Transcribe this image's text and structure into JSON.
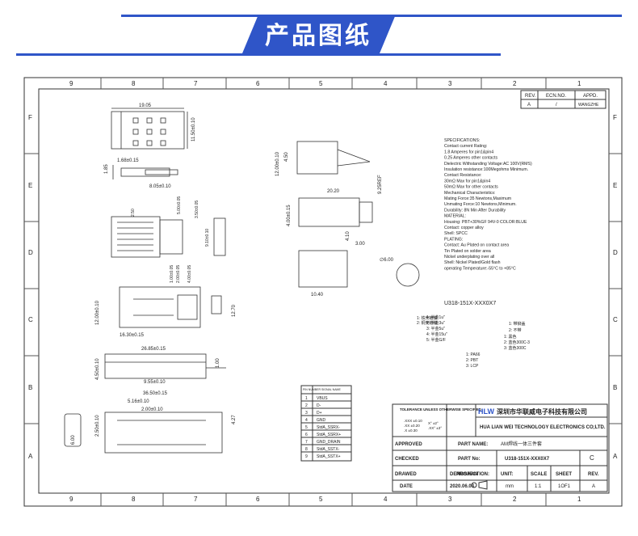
{
  "header": {
    "title": "产品图纸"
  },
  "frame": {
    "cols_top": [
      "9",
      "8",
      "7",
      "6",
      "5",
      "4",
      "3",
      "2",
      "1"
    ],
    "cols_bottom": [
      "9",
      "8",
      "7",
      "6",
      "5",
      "4",
      "3",
      "2",
      "1"
    ],
    "rows_left": [
      "F",
      "E",
      "D",
      "C",
      "B",
      "A"
    ],
    "rows_right": [
      "F",
      "E",
      "D",
      "C",
      "B",
      "A"
    ]
  },
  "revision": {
    "headers": [
      "REV.",
      "ECN.NO.",
      "APPD."
    ],
    "values": [
      "A",
      "/",
      "WANGZHE"
    ]
  },
  "specs": {
    "lines": [
      "SPECIFICATIONS:",
      "Contact current Rating:",
      "  1.8 Amperes for pin1&pin4",
      "  0.25 Amperes other contacts",
      "Dielectric Withstanding Voltage:AC 100V(RMS)",
      "Insulation resistance:100Megohms Minimum.",
      "Contact Resistance:",
      "  30mΩ Max for pin1&pin4",
      "  50mΩ Max for other contacts",
      "Mechanical Characteristics:",
      "  Mating Force:35 Newtons,Maximum",
      "  Unmating Force:10 Newtons,Minimum.",
      "  Durability:                8N Min After Durability",
      "MATERIAL:",
      "  Housing: PBT+30%GF 94V-0 COLOR:BLUE",
      "  Contact: copper alloy",
      "  Shell:   SPCC",
      "PLATING:",
      "  Contact: Au Plated on contact area",
      "           Tin Plated on solder area",
      "           Nickel underplating over all",
      "  Shell:   Nickel Plated/Gold flash",
      "operating Temperature:-55°C to +85°C"
    ]
  },
  "part_code": {
    "code": "U318-151X-XXX0X7",
    "options_a": [
      "1: 铁壳镀镍",
      "2: 铜壳镀镍"
    ],
    "options_b": [
      "1: 半金1u\"",
      "2: 半金3u\"",
      "3: 半金5u\"",
      "4: 半金15u\"",
      "5: 半金G/F"
    ],
    "options_c": [
      "1: 带铆盖",
      "2: 不带"
    ],
    "options_d": [
      "1: PA66",
      "2: PBT",
      "3: LCP"
    ],
    "options_e": [
      "1: 黑色",
      "2: 蓝色300C-3",
      "3: 蓝色300C"
    ]
  },
  "dimensions": {
    "d1905": "19.05",
    "d1150": "11.50±0.10",
    "d168": "1.68±0.15",
    "d185": "1.85",
    "d805": "8.05±0.10",
    "d1200a": "12.00±0.10",
    "d450": "4.50",
    "d2020": "20.20",
    "d925": "9.25REF",
    "d400": "4.00±0.15",
    "d410": "4.10",
    "d300": "3.00",
    "d600": "∅6.00",
    "d1040": "10.40",
    "d1200b": "12.00±0.10",
    "d1270": "12.70",
    "d1630": "16.30±0.15",
    "d2685": "26.85±0.15",
    "d100": "1.00",
    "d955": "9.55±0.10",
    "d450b": "4.50±0.10",
    "d3650": "36.50±0.15",
    "d516": "5.16±0.10",
    "d200": "2.00±0.10",
    "d250": "2.50±0.10",
    "d427": "4.27",
    "d600b": "6.00",
    "d910": "9.10±0.10",
    "d350": "3.50±0.05",
    "d200c": "2.00±0.05",
    "d100c": "1.00±0.05",
    "d400c": "4.00±0.05",
    "d250c": "2.50",
    "d500": "5.00±0.05"
  },
  "pin_table": {
    "headers": [
      "PIN NUMBER",
      "SIGNAL NAME"
    ],
    "rows": [
      [
        "1",
        "VBUS"
      ],
      [
        "2",
        "D-"
      ],
      [
        "3",
        "D+"
      ],
      [
        "4",
        "GND"
      ],
      [
        "5",
        "StdA_SSRX-"
      ],
      [
        "6",
        "StdA_SSRX+"
      ],
      [
        "7",
        "GND_DRAIN"
      ],
      [
        "8",
        "StdA_SSTX-"
      ],
      [
        "9",
        "StdA_SSTX+"
      ]
    ]
  },
  "title_block": {
    "tolerance_title": "TOLERANCE UNLESS\nOTHERWISE SPECIFIED",
    "tol_lines": [
      ".XXX  ±0.10",
      ".XX   ±0.20",
      ".X    ±0.30"
    ],
    "angle_lines": [
      "X°  ±2°",
      ".XX°  ±3°"
    ],
    "logo_text": "HLW",
    "company_cn": "深圳市华联威电子科技有限公司",
    "company_en": "HUA LIAN WEI TECHNOLOGY ELECTRONICS CO;LTD.",
    "approved_label": "APPROVED",
    "checked_label": "CHECKED",
    "drawed_label": "DRAWED",
    "drawer": "DENGSHAN",
    "date_label": "DATE",
    "date": "2020.06.03",
    "part_name_label": "PART NAME:",
    "part_name": "AM焊线一体三件套",
    "part_no_label": "PART No:",
    "part_no": "U318-151X-XXX0X7",
    "size_letter": "C",
    "projection_label": "PROJECTION:",
    "unit_label": "UNIT:",
    "unit": "mm",
    "scale_label": "SCALE",
    "scale": "1:1",
    "sheet_label": "SHEET",
    "sheet": "1OF1",
    "rev_label": "REV.",
    "rev": "A"
  }
}
